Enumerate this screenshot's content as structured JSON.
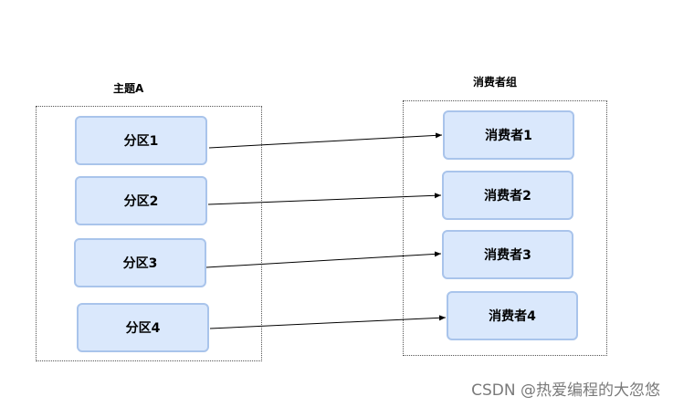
{
  "topic": {
    "title": "主题A",
    "partitions": [
      "分区1",
      "分区2",
      "分区3",
      "分区4"
    ]
  },
  "consumer_group": {
    "title": "消费者组",
    "consumers": [
      "消费者1",
      "消费者2",
      "消费者3",
      "消费者4"
    ]
  },
  "watermark": "CSDN @热爱编程的大忽悠",
  "colors": {
    "node_fill": "#dae8fc",
    "node_border": "#a9c4eb",
    "edge": "#000000"
  }
}
